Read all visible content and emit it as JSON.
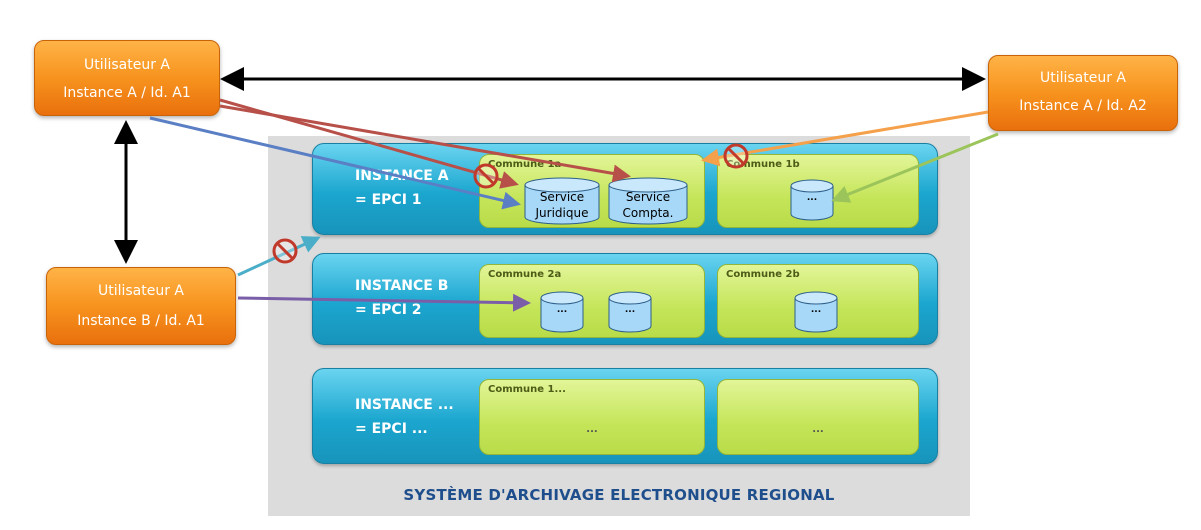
{
  "system": {
    "title": "SYSTÈME D'ARCHIVAGE ELECTRONIQUE REGIONAL"
  },
  "users": [
    {
      "line1": "Utilisateur A",
      "line2": "Instance A / Id. A1"
    },
    {
      "line1": "Utilisateur A",
      "line2": "Instance A / Id. A2"
    },
    {
      "line1": "Utilisateur A",
      "line2": "Instance B / Id. A1"
    }
  ],
  "instances": [
    {
      "line1": "INSTANCE A",
      "line2": "= EPCI 1",
      "communes": [
        {
          "label": "Commune 1a",
          "dbs": [
            "Service Juridique",
            "Service Compta."
          ]
        },
        {
          "label": "Commune 1b",
          "dbs": [
            "..."
          ]
        }
      ]
    },
    {
      "line1": "INSTANCE B",
      "line2": "= EPCI 2",
      "communes": [
        {
          "label": "Commune 2a",
          "dbs": [
            "...",
            "..."
          ]
        },
        {
          "label": "Commune 2b",
          "dbs": [
            "..."
          ]
        }
      ]
    },
    {
      "line1": "INSTANCE ...",
      "line2": "= EPCI ...",
      "communes": [
        {
          "label": "Commune 1...",
          "content": "..."
        },
        {
          "label": "",
          "content": "..."
        }
      ]
    }
  ],
  "colors": {
    "user_fill": "#f7931e",
    "instance_fill": "#1ba6cf",
    "commune_fill": "#c5e559",
    "db_fill": "#a8d8f8",
    "denied": "#c0392b"
  },
  "icons": {
    "access_denied": "no-entry-icon"
  }
}
